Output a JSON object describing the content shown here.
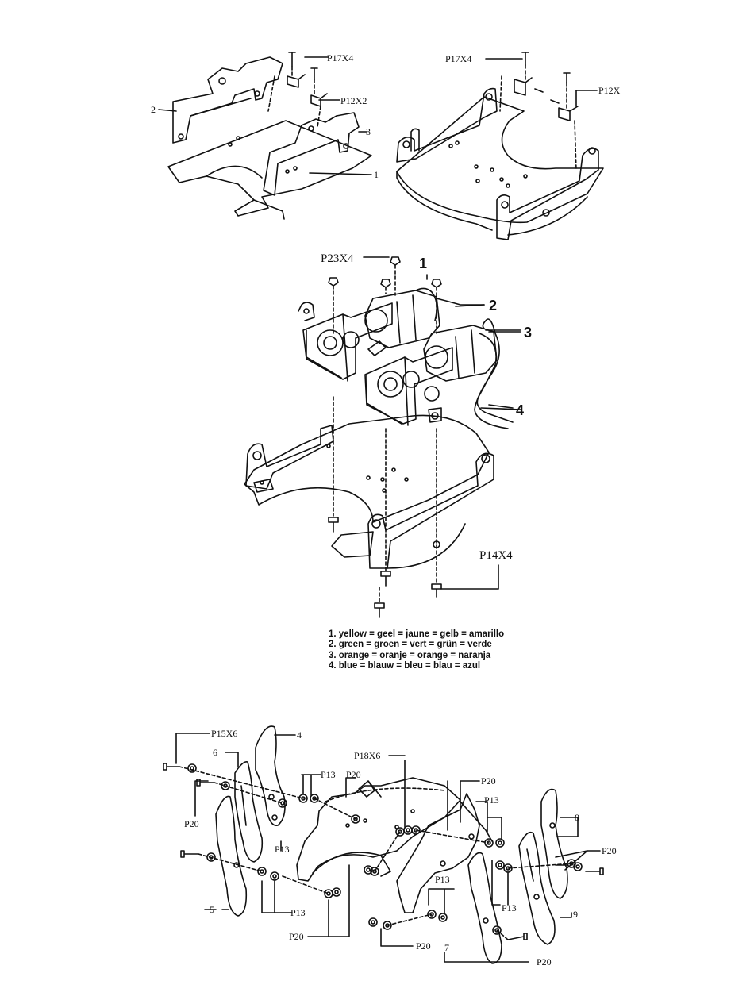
{
  "figure1": {
    "callouts": {
      "c2": "2",
      "c3": "3",
      "c1": "1"
    },
    "parts": {
      "p17": "P17X4",
      "p12": "P12X2"
    }
  },
  "figure2": {
    "parts": {
      "p17": "P17X4",
      "p12": "P12X"
    }
  },
  "figure3": {
    "parts": {
      "p23": "P23X4",
      "p14": "P14X4"
    },
    "callouts": {
      "c1": "1",
      "c2": "2",
      "c3": "3",
      "c4": "4"
    },
    "legend": [
      "1. yellow = geel = jaune = gelb = amarillo",
      "2. green = groen = vert = grün = verde",
      "3. orange = oranje = orange = naranja",
      "4. blue = blauw = bleu = blau = azul"
    ]
  },
  "figure4": {
    "callouts": {
      "c4": "4",
      "c6": "6",
      "c5": "5",
      "c7": "7",
      "c8": "8",
      "c9": "9"
    },
    "parts": {
      "p15": "P15X6",
      "p18": "P18X6",
      "p13_top": "P13",
      "p20_top": "P20",
      "p20_topright": "P20",
      "p20_left": "P20",
      "p13_mid": "P13",
      "p13_right": "P13",
      "p20_right": "P20",
      "p13_low": "P13",
      "p13_bottomleft": "P13",
      "p13_bottomright": "P13",
      "p20_bottom1": "P20",
      "p20_bottom2": "P20",
      "p20_bottom3": "P20"
    }
  }
}
